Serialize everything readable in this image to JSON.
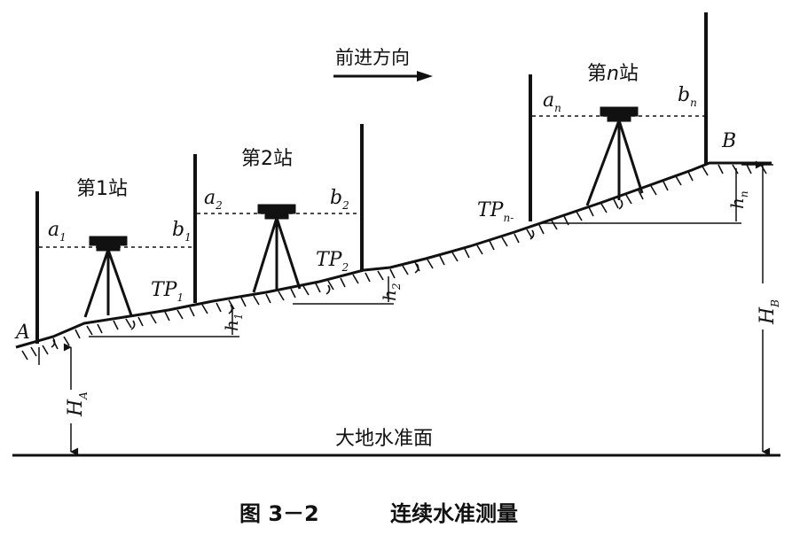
{
  "direction_label": "前进方向",
  "stations": [
    {
      "name": "第1站",
      "backsight": "a",
      "backsight_sub": "1",
      "foresight": "b",
      "foresight_sub": "1",
      "turning_point": "TP",
      "turning_point_sub": "1",
      "height_diff": "h",
      "height_diff_sub": "1"
    },
    {
      "name": "第2站",
      "backsight": "a",
      "backsight_sub": "2",
      "foresight": "b",
      "foresight_sub": "2",
      "turning_point": "TP",
      "turning_point_sub": "2",
      "height_diff": "h",
      "height_diff_sub": "2"
    },
    {
      "name": "第",
      "name_italic": "n",
      "name_tail": "站",
      "backsight": "a",
      "backsight_sub": "n",
      "foresight": "b",
      "foresight_sub": "n",
      "turning_point": "TP",
      "turning_point_sub": "n-",
      "height_diff": "h",
      "height_diff_sub": "n"
    }
  ],
  "point_a": "A",
  "point_b": "B",
  "elev_a": {
    "main": "H",
    "sub": "A"
  },
  "elev_b": {
    "main": "H",
    "sub": "B"
  },
  "datum_label": "大地水准面",
  "caption": {
    "number": "图 3－2",
    "title": "连续水准测量"
  }
}
